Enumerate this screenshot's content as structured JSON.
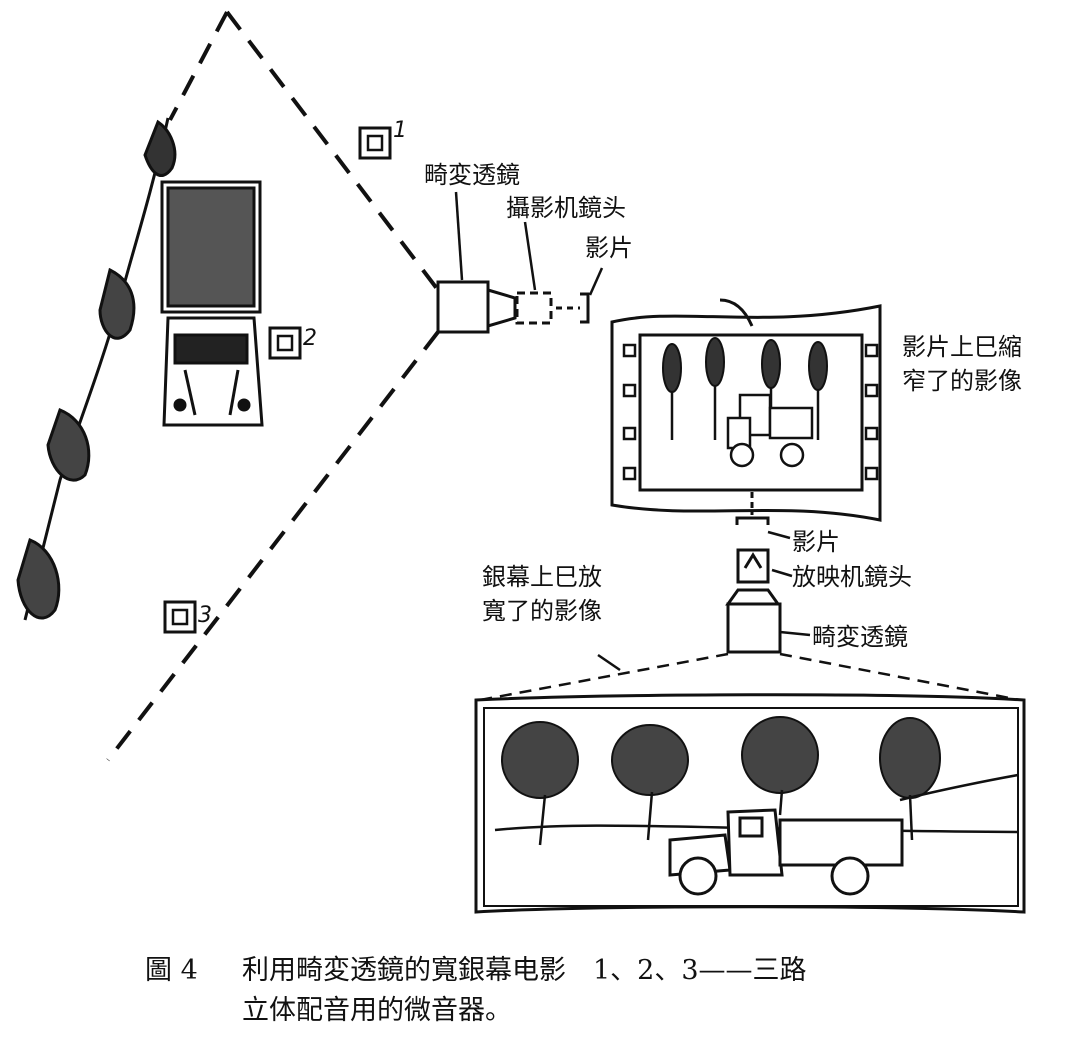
{
  "labels": {
    "anamorphic_lens_top": "畸変透鏡",
    "camera_lens": "攝影机鏡头",
    "film_top": "影片",
    "squeezed_image_line1": "影片上巳縮",
    "squeezed_image_line2": "窄了的影像",
    "film_bottom": "影片",
    "projector_lens": "放映机鏡头",
    "anamorphic_lens_bottom": "畸変透鏡",
    "widened_image_line1": "銀幕上巳放",
    "widened_image_line2": "寬了的影像"
  },
  "microphones": [
    {
      "number": "1"
    },
    {
      "number": "2"
    },
    {
      "number": "3"
    }
  ],
  "caption": {
    "figure": "圖 4",
    "line1": "利用畸変透鏡的寬銀幕电影　1、2、3——三路",
    "line2": "立体配音用的微音器。"
  }
}
